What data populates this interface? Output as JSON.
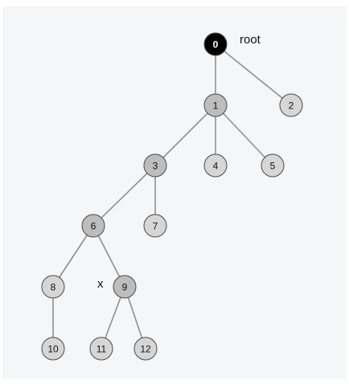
{
  "diagram": {
    "nodes": [
      {
        "id": "0",
        "label": "0",
        "role": "root",
        "fill": "#000000",
        "text_color": "#ffffff"
      },
      {
        "id": "1",
        "label": "1",
        "fill": "#bdbdbd",
        "text_color": "#111111"
      },
      {
        "id": "2",
        "label": "2",
        "fill": "#d6d6d6",
        "text_color": "#111111"
      },
      {
        "id": "3",
        "label": "3",
        "fill": "#bdbdbd",
        "text_color": "#111111"
      },
      {
        "id": "4",
        "label": "4",
        "fill": "#d6d6d6",
        "text_color": "#111111"
      },
      {
        "id": "5",
        "label": "5",
        "fill": "#d6d6d6",
        "text_color": "#111111"
      },
      {
        "id": "6",
        "label": "6",
        "fill": "#bdbdbd",
        "text_color": "#111111"
      },
      {
        "id": "7",
        "label": "7",
        "fill": "#d6d6d6",
        "text_color": "#111111"
      },
      {
        "id": "8",
        "label": "8",
        "fill": "#d6d6d6",
        "text_color": "#111111"
      },
      {
        "id": "9",
        "label": "9",
        "fill": "#bdbdbd",
        "text_color": "#111111"
      },
      {
        "id": "10",
        "label": "10",
        "fill": "#d6d6d6",
        "text_color": "#111111"
      },
      {
        "id": "11",
        "label": "11",
        "fill": "#d6d6d6",
        "text_color": "#111111"
      },
      {
        "id": "12",
        "label": "12",
        "fill": "#d6d6d6",
        "text_color": "#111111"
      }
    ],
    "edges": [
      [
        "0",
        "1"
      ],
      [
        "0",
        "2"
      ],
      [
        "1",
        "3"
      ],
      [
        "1",
        "4"
      ],
      [
        "1",
        "5"
      ],
      [
        "3",
        "6"
      ],
      [
        "3",
        "7"
      ],
      [
        "6",
        "8"
      ],
      [
        "6",
        "9"
      ],
      [
        "8",
        "10"
      ],
      [
        "9",
        "11"
      ],
      [
        "9",
        "12"
      ]
    ],
    "annotations": {
      "root_label": "root",
      "x_label": "x"
    }
  }
}
